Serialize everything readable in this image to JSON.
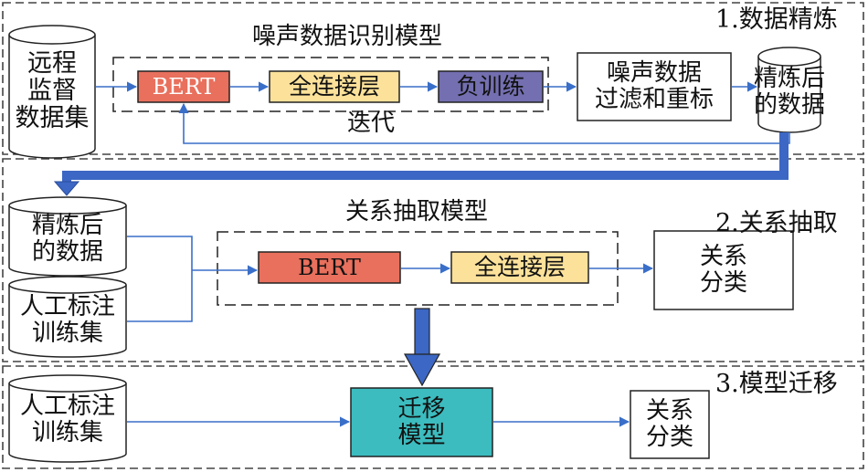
{
  "sections": [
    {
      "title": "1.数据精炼"
    },
    {
      "title": "2.关系抽取"
    },
    {
      "title": "3.模型迁移"
    }
  ],
  "stage1": {
    "dataset": [
      "远程",
      "监督",
      "数据集"
    ],
    "model_title": "噪声数据识别模型",
    "bert": "BERT",
    "fc": "全连接层",
    "neg_train": "负训练",
    "iterate": "迭代",
    "filter": [
      "噪声数据",
      "过滤和重标"
    ],
    "refined": [
      "精炼后",
      "的数据"
    ]
  },
  "stage2": {
    "refined": [
      "精炼后",
      "的数据"
    ],
    "manual": [
      "人工标注",
      "训练集"
    ],
    "model_title": "关系抽取模型",
    "bert": "BERT",
    "fc": "全连接层",
    "output": [
      "关系",
      "分类"
    ]
  },
  "stage3": {
    "manual": [
      "人工标注",
      "训练集"
    ],
    "transfer": [
      "迁移",
      "模型"
    ],
    "output": [
      "关系",
      "分类"
    ]
  },
  "colors": {
    "bert": "#e8705d",
    "fc": "#fbe19a",
    "neg_train": "#736fb0",
    "transfer": "#3cbcbf",
    "arrow": "#3a6fc9",
    "thick_arrow": "#3c67c4"
  }
}
